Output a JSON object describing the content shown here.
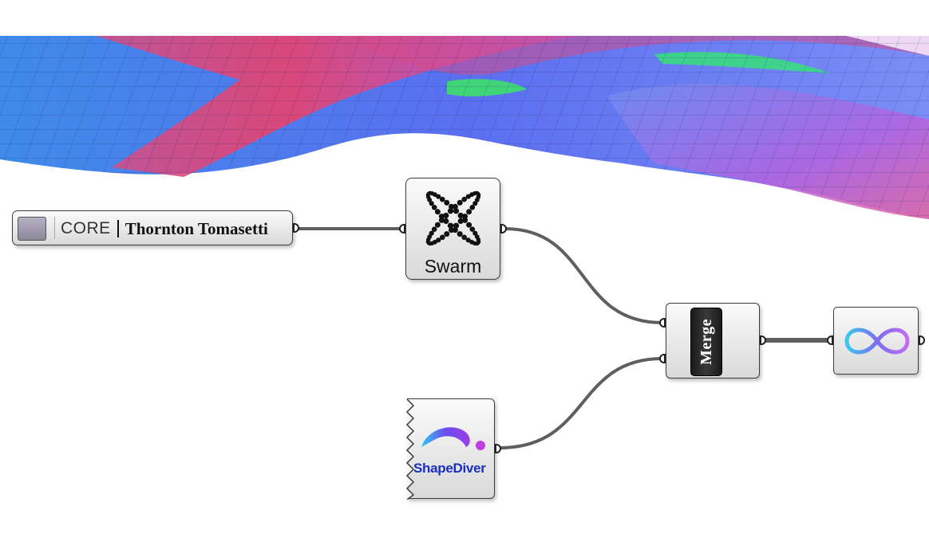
{
  "colors": {
    "wire": "#606060",
    "banner_blue": "#4a7df0",
    "banner_pink": "#e2456f",
    "banner_green": "#3de06a",
    "shapediver_text": "#1a2fc0"
  },
  "nodes": {
    "core": {
      "label": "CORE",
      "company": "Thornton Tomasetti"
    },
    "swarm": {
      "label": "Swarm",
      "icon": "swarm-icon"
    },
    "merge": {
      "label": "Merge"
    },
    "infinity": {
      "icon": "infinity-icon"
    },
    "shapediver": {
      "label": "ShapeDiver",
      "icon": "shapediver-logo"
    }
  }
}
